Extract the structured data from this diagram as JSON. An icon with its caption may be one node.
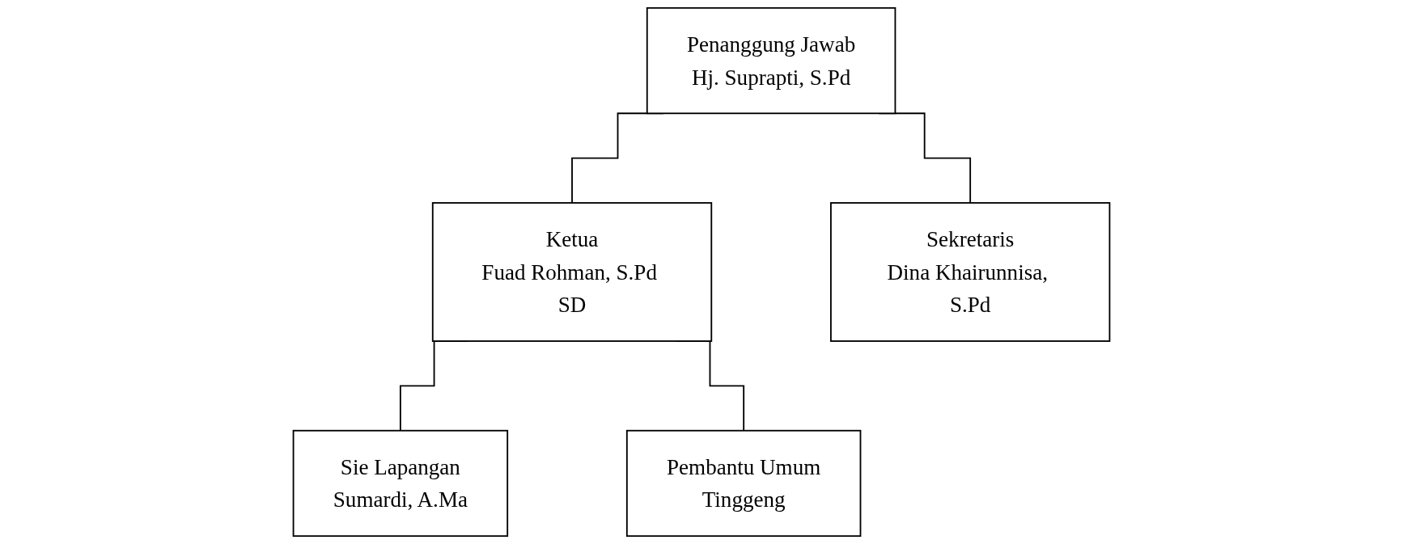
{
  "diagram": {
    "nodes": [
      {
        "text": [
          "Penanggung Jawab",
          "Hj. Suprapti, S.Pd"
        ]
      },
      {
        "text": [
          "Ketua",
          "Fuad Rohman, S.Pd SD"
        ]
      },
      {
        "text": [
          "Sekretaris",
          "Dina Khairunnisa, S.Pd"
        ]
      },
      {
        "text": [
          "Sie Lapangan",
          "Sumardi, A.Ma"
        ]
      },
      {
        "text": [
          "Pembantu Umum",
          "Tinggeng"
        ]
      }
    ],
    "edges": [
      {
        "from": 0,
        "to": 1,
        "arrow": "none"
      },
      {
        "from": 0,
        "to": 2,
        "arrow": "none"
      },
      {
        "from": 1,
        "to": 3,
        "arrow": "none"
      },
      {
        "from": 1,
        "to": 4,
        "arrow": "none"
      }
    ]
  }
}
